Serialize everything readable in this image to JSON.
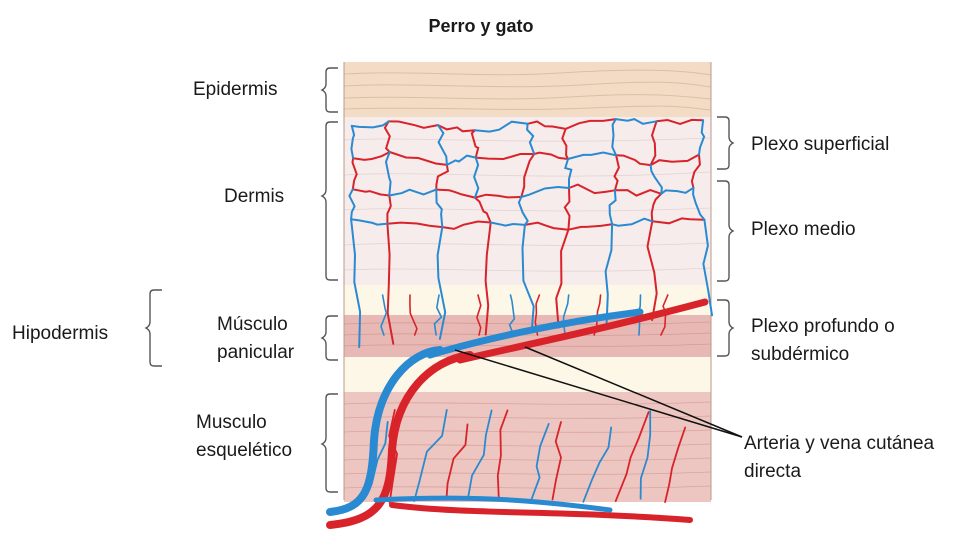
{
  "title": "Perro y gato",
  "left_labels": {
    "epidermis": "Epidermis",
    "dermis": "Dermis",
    "hipodermis": "Hipodermis",
    "musculo_panicular": [
      "Músculo",
      "panicular"
    ],
    "musculo_esqueletico": [
      "Musculo",
      "esquelético"
    ]
  },
  "right_labels": {
    "plexo_superficial": "Plexo superficial",
    "plexo_medio": "Plexo medio",
    "plexo_profundo": [
      "Plexo profundo o",
      "subdérmico"
    ],
    "arteria_vena": [
      "Arteria y vena cutánea",
      "directa"
    ]
  },
  "colors": {
    "artery": "#d9232a",
    "vein": "#2a8ad1",
    "epidermis": "#f2dcc6",
    "dermis": "#f6ecec",
    "fat": "#fcf7e6",
    "muscle": "#e8b9b4",
    "bracket": "#555555"
  }
}
